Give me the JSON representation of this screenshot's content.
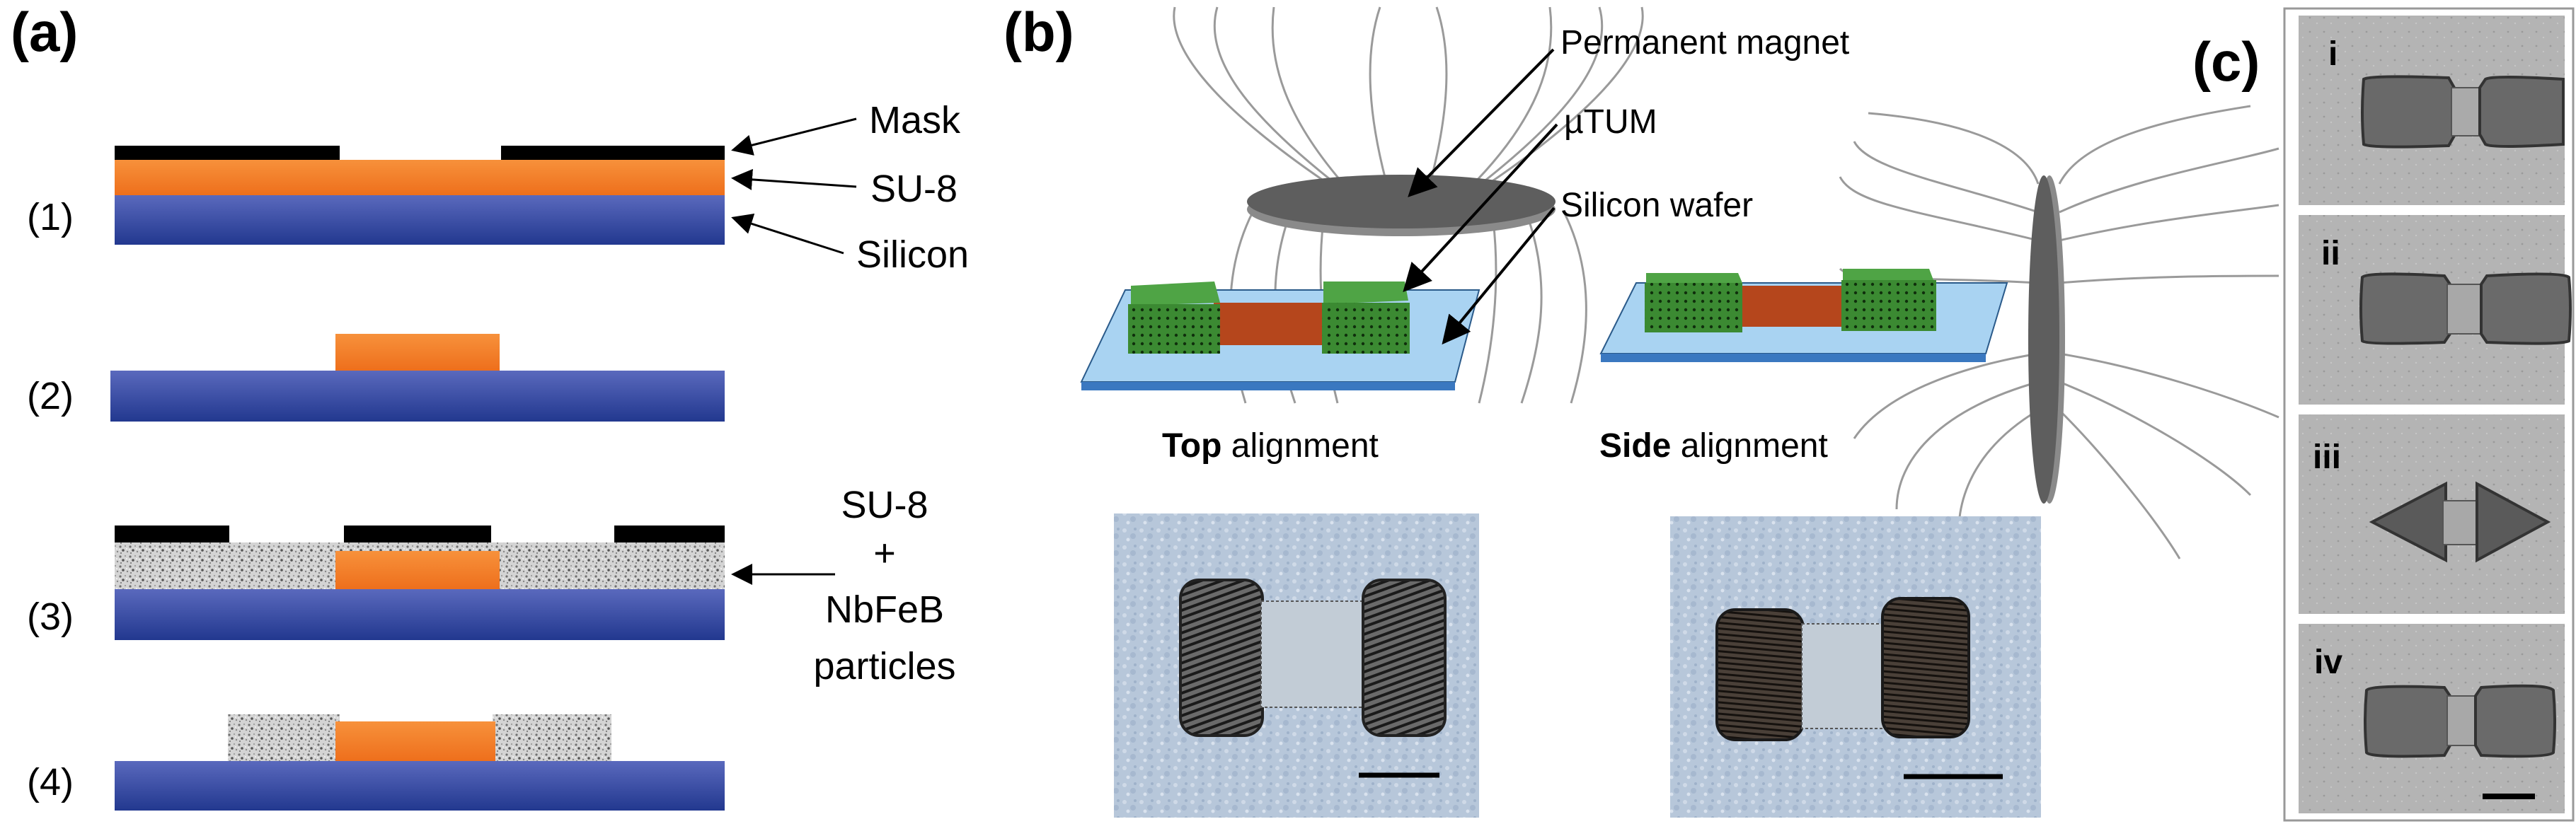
{
  "panels": {
    "a": {
      "label": "(a)",
      "steps": [
        "(1)",
        "(2)",
        "(3)",
        "(4)"
      ],
      "labels": {
        "mask": "Mask",
        "su8": "SU-8",
        "silicon": "Silicon",
        "mix_line1": "SU-8",
        "mix_line2": "+",
        "mix_line3": "NbFeB",
        "mix_line4": "particles"
      }
    },
    "b": {
      "label": "(b)",
      "labels": {
        "magnet": "Permanent magnet",
        "utum": "µTUM",
        "wafer": "Silicon wafer"
      },
      "captions": {
        "top_bold": "Top",
        "top_rest": " alignment",
        "side_bold": "Side",
        "side_rest": " alignment"
      }
    },
    "c": {
      "label": "(c)",
      "items": [
        "i",
        "ii",
        "iii",
        "iv"
      ]
    }
  },
  "colors": {
    "mask": "#000000",
    "su8": "#f5822a",
    "silicon_top": "#5262b8",
    "silicon_bottom": "#2b3f99",
    "composite": "#c9c9c9",
    "utum_green": "#2f7d2a",
    "utum_bridge": "#b5461c",
    "wafer": "#a9d3f2",
    "magnet": "#6a6a6a"
  }
}
